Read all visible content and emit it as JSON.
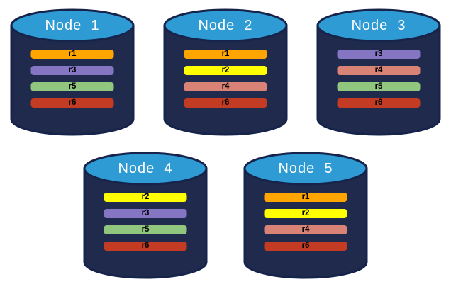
{
  "colors": {
    "background": "#FFFFFF",
    "cylinder_body": "#1F2A4C",
    "cylinder_top": "#2F9BD4",
    "cylinder_outline": "#16234A",
    "title_text": "#FFFFFF",
    "bar_text": "#000000"
  },
  "replica_colors": {
    "r1": "#FFA500",
    "r2": "#FFFF00",
    "r3": "#8576C4",
    "r4": "#D98276",
    "r5": "#90C67E",
    "r6": "#C23B22"
  },
  "nodes": [
    {
      "title": "Node  1",
      "replicas": [
        "r1",
        "r3",
        "r5",
        "r6"
      ]
    },
    {
      "title": "Node  2",
      "replicas": [
        "r1",
        "r2",
        "r4",
        "r6"
      ]
    },
    {
      "title": "Node  3",
      "replicas": [
        "r3",
        "r4",
        "r5",
        "r6"
      ]
    },
    {
      "title": "Node  4",
      "replicas": [
        "r2",
        "r3",
        "r5",
        "r6"
      ]
    },
    {
      "title": "Node  5",
      "replicas": [
        "r1",
        "r2",
        "r4",
        "r6"
      ]
    }
  ]
}
